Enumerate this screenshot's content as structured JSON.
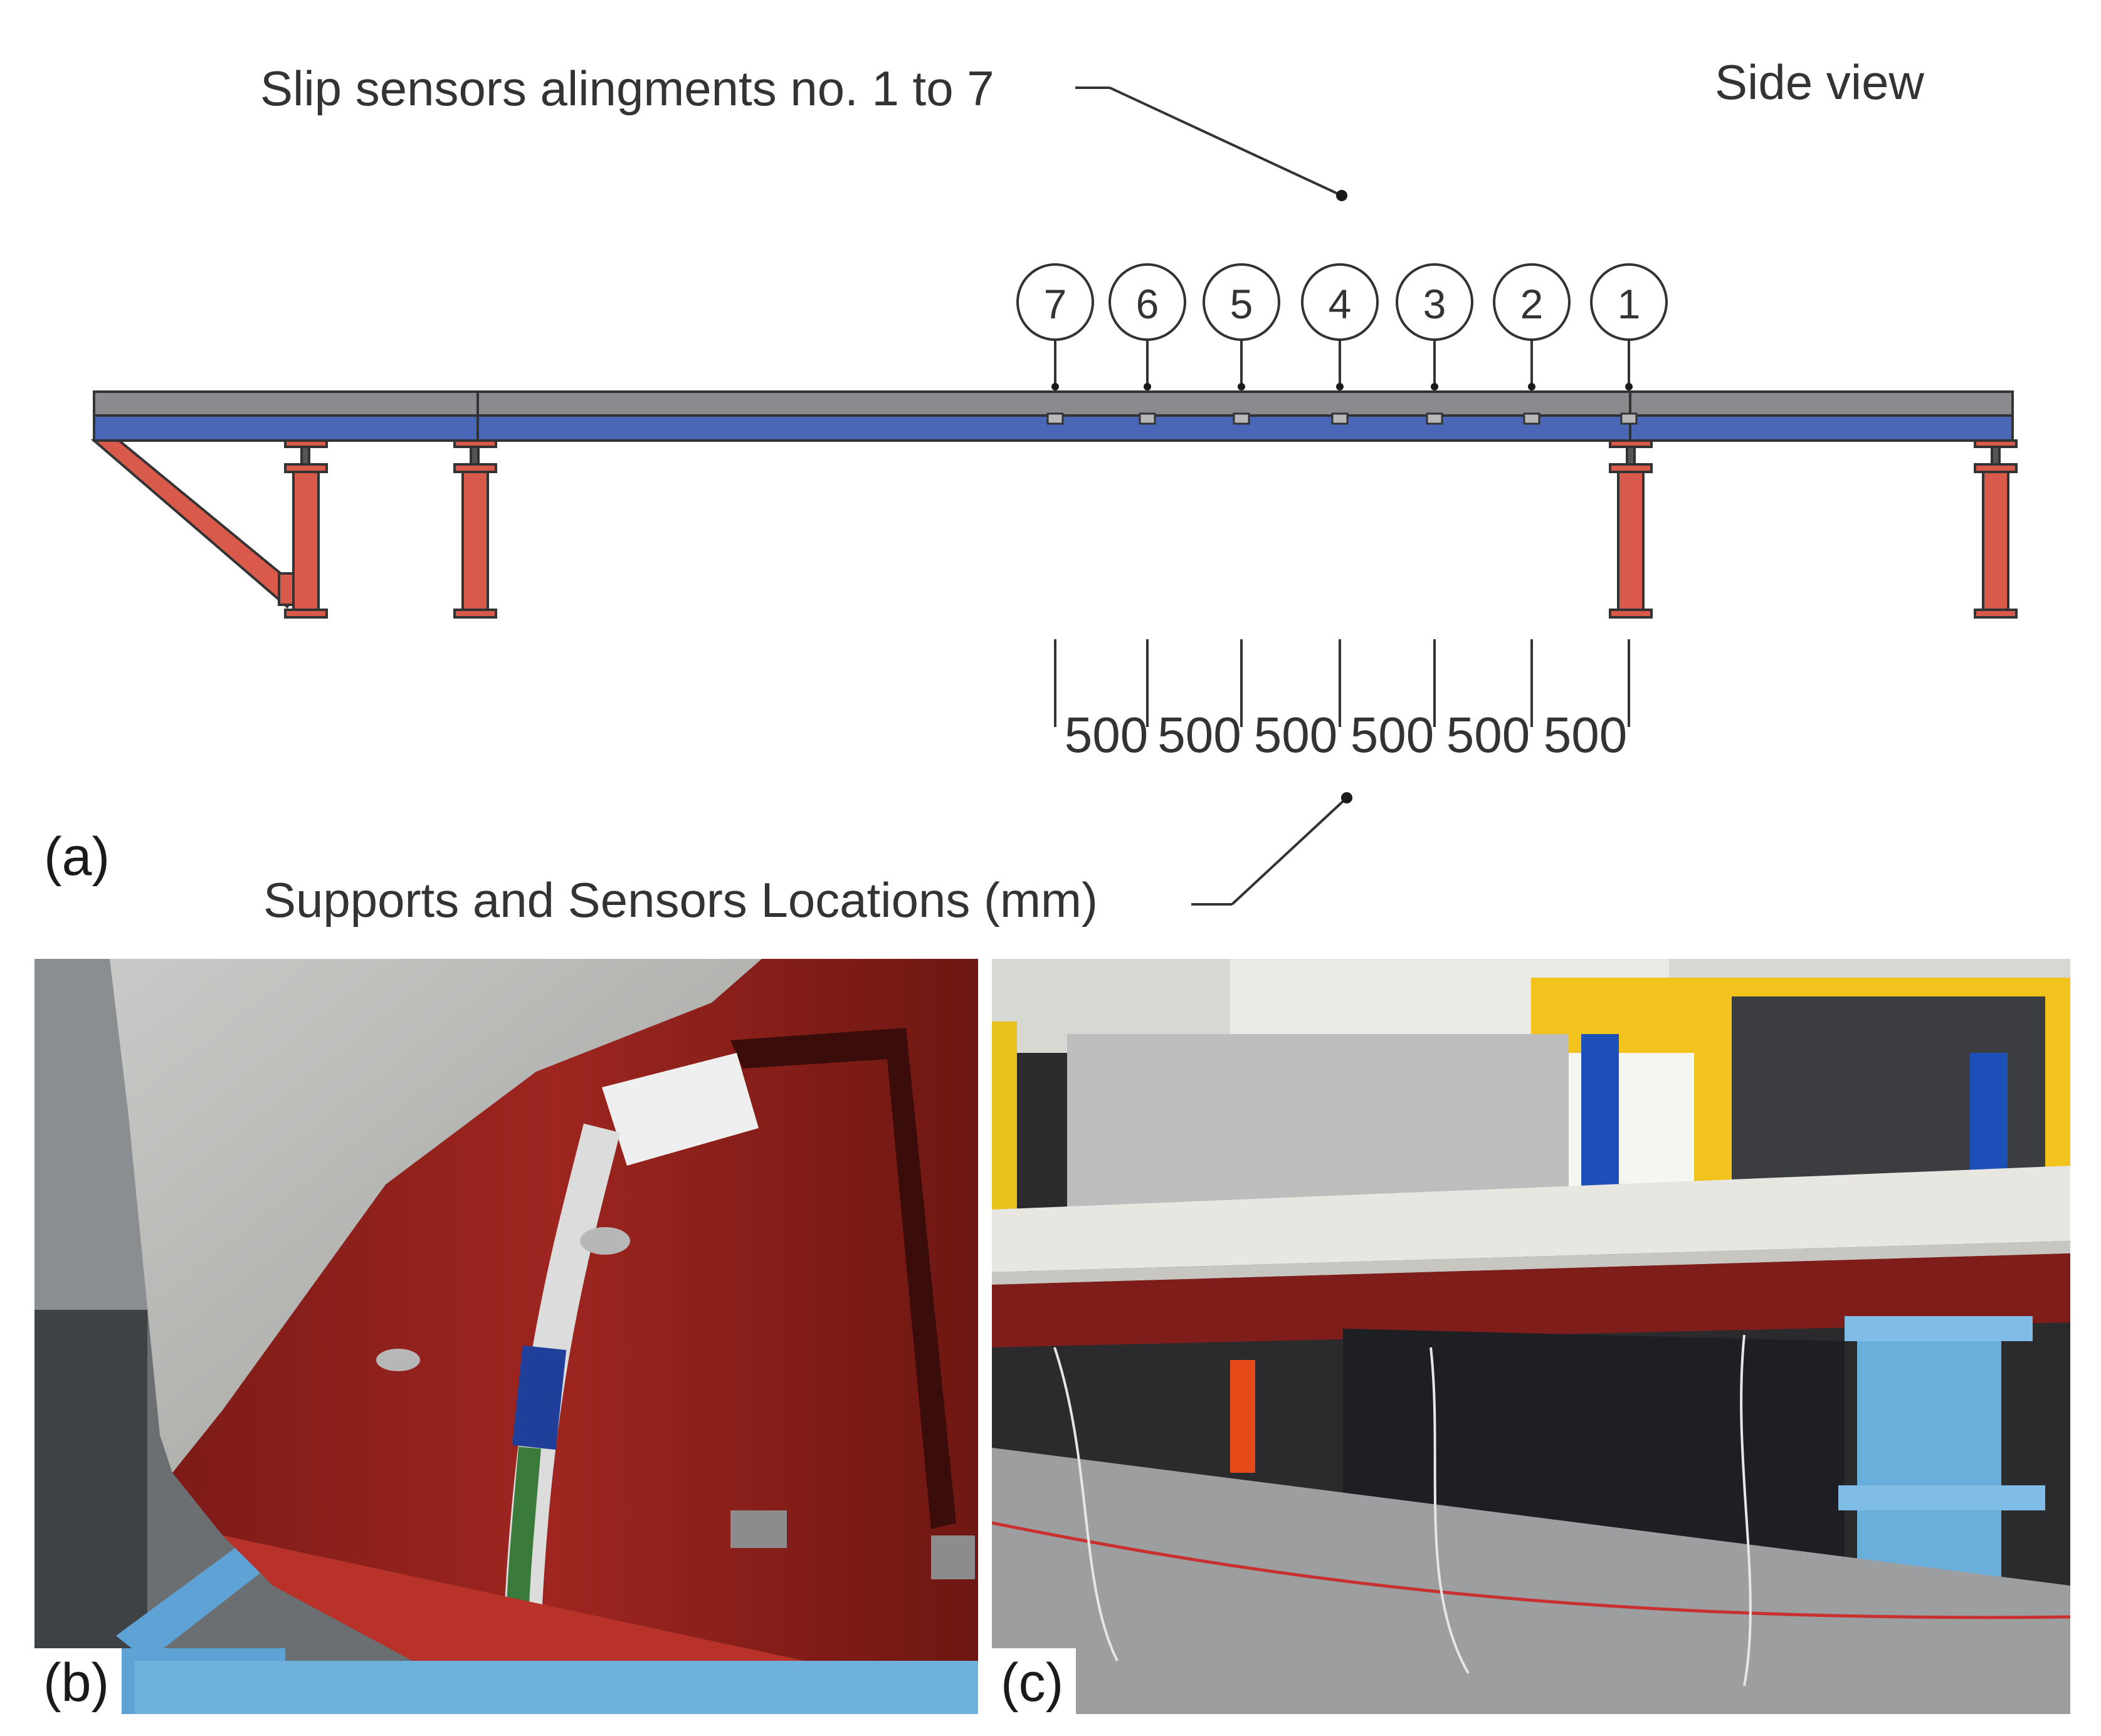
{
  "diagram": {
    "heading": "Slip sensors alingments no. 1 to 7",
    "view_label": "Side view",
    "sensors": [
      "7",
      "6",
      "5",
      "4",
      "3",
      "2",
      "1"
    ],
    "spacings": [
      "500",
      "500",
      "500",
      "500",
      "500",
      "500"
    ],
    "footer": "Supports and Sensors Locations (mm)",
    "panel_label": "(a)",
    "colors": {
      "slab": "#8a8a8f",
      "steel_beam": "#4a66b6",
      "supports": "#d95a4a",
      "lines": "#333333"
    }
  },
  "photos": [
    {
      "label": "(b)",
      "picture": "close-up-underside-of-slab-with-slip-sensor"
    },
    {
      "label": "(c)",
      "picture": "composite-beam-test-rig-in-laboratory"
    }
  ]
}
